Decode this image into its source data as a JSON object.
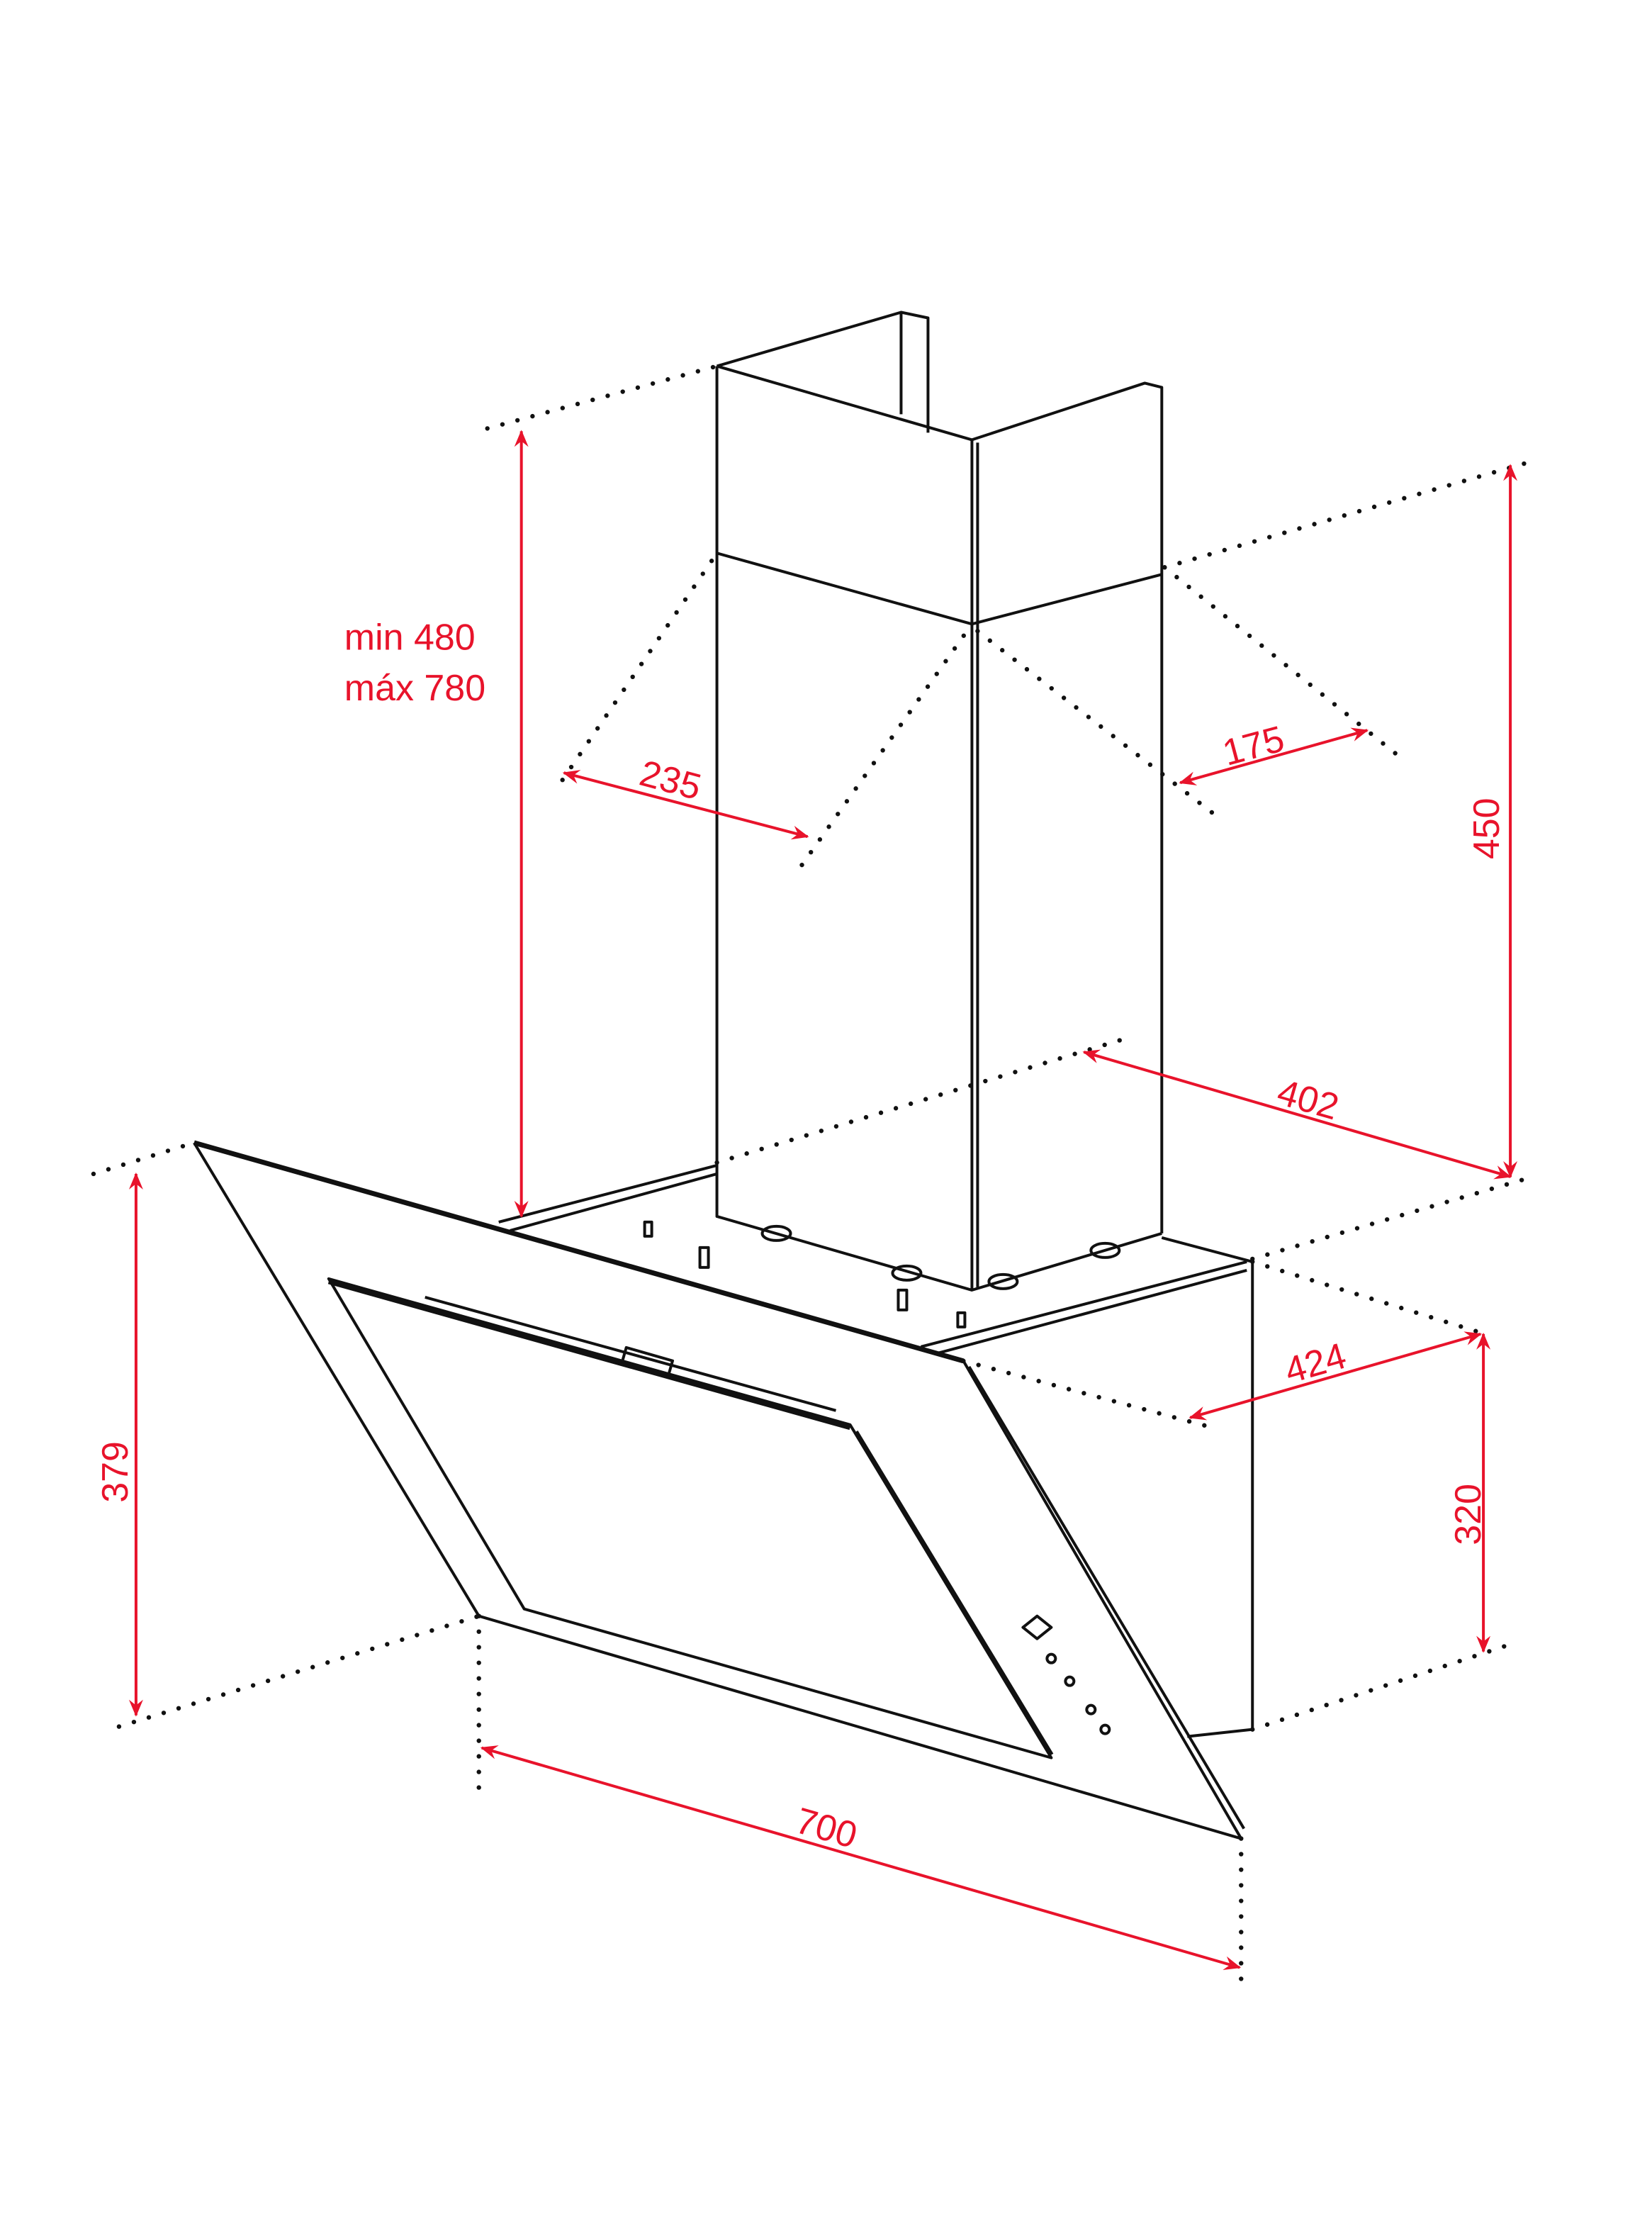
{
  "title": "Range hood dimension drawing",
  "colors": {
    "dimension": "#e8132b",
    "line": "#111111"
  },
  "dimensions": {
    "chimney_height_min": "min 480",
    "chimney_height_max": "máx 780",
    "chimney_width": "235",
    "chimney_depth": "175",
    "hood_height_back": "450",
    "body_width": "402",
    "body_depth": "424",
    "body_height": "320",
    "glass_height": "379",
    "glass_width": "700"
  }
}
